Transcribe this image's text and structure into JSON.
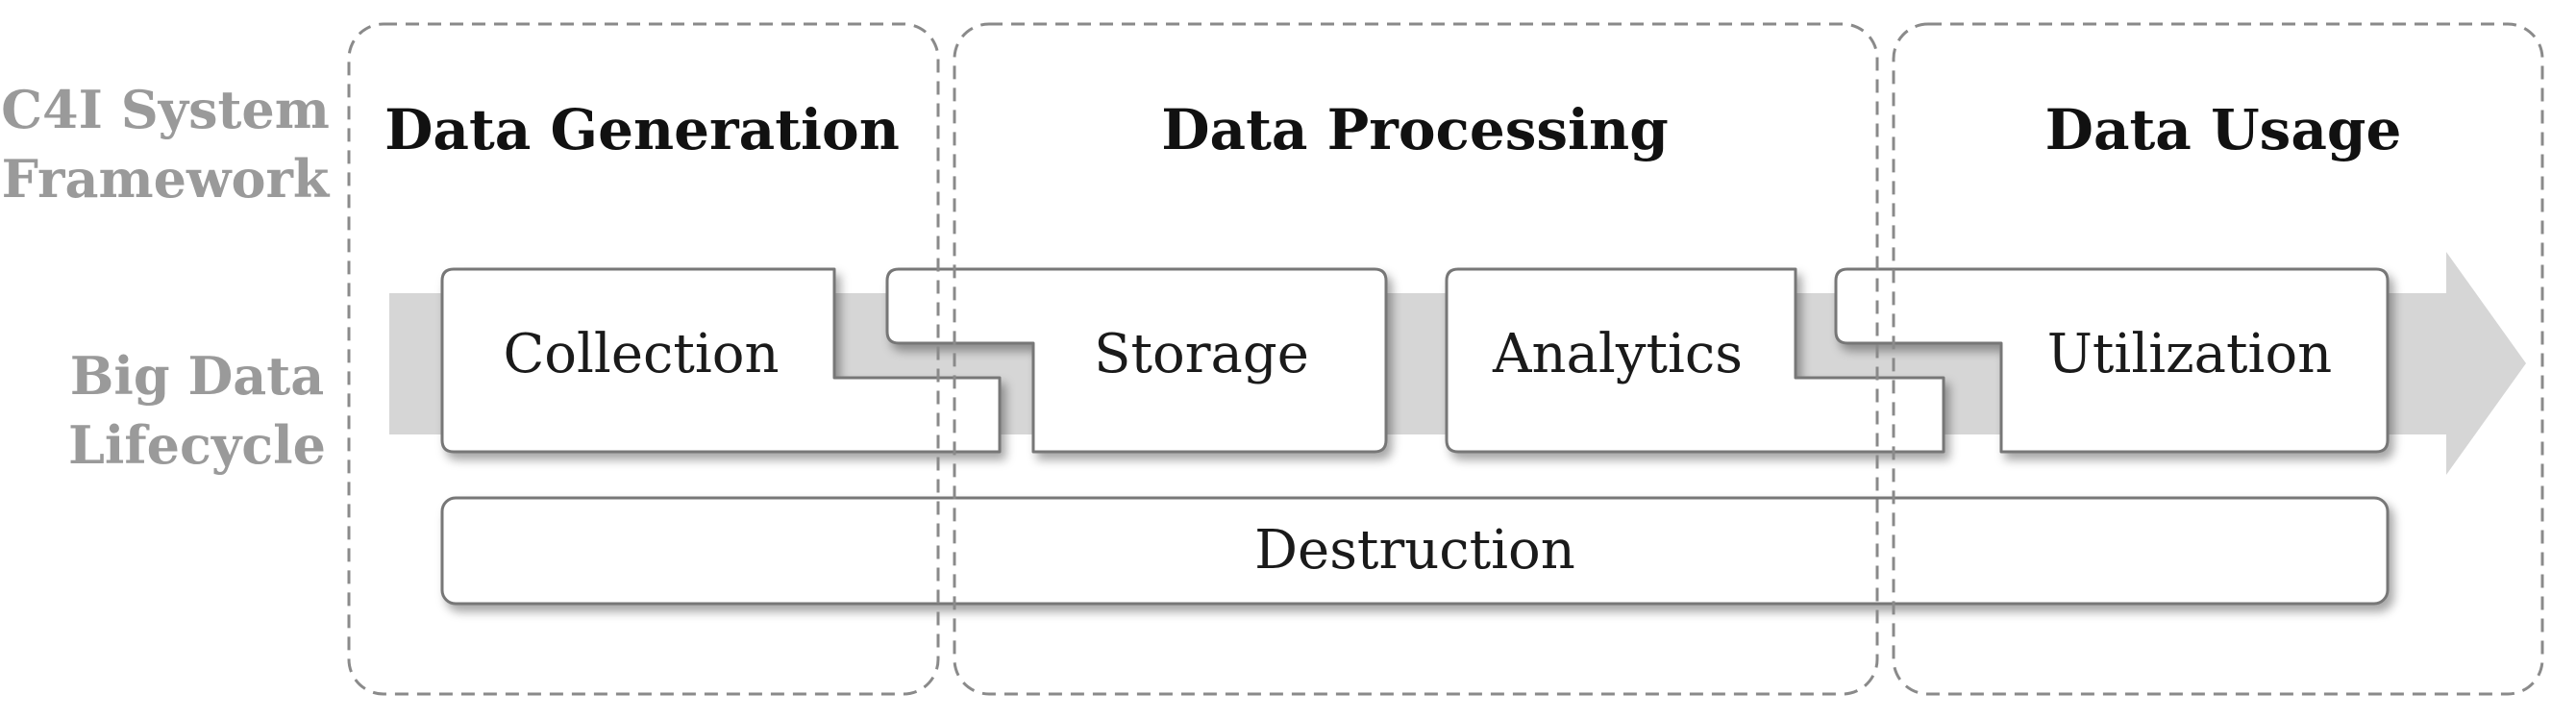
{
  "row_labels": {
    "framework_line1": "C4I System",
    "framework_line2": "Framework",
    "lifecycle_line1": "Big Data",
    "lifecycle_line2": "Lifecycle"
  },
  "phases": {
    "generation": "Data Generation",
    "processing": "Data Processing",
    "usage": "Data Usage"
  },
  "stages": {
    "collection": "Collection",
    "storage": "Storage",
    "analytics": "Analytics",
    "utilization": "Utilization",
    "destruction": "Destruction"
  },
  "colors": {
    "arrow": "#d6d6d6",
    "row_label": "#9a9a9a",
    "box_stroke": "#777777",
    "dashed_border": "#8a8a8a"
  }
}
